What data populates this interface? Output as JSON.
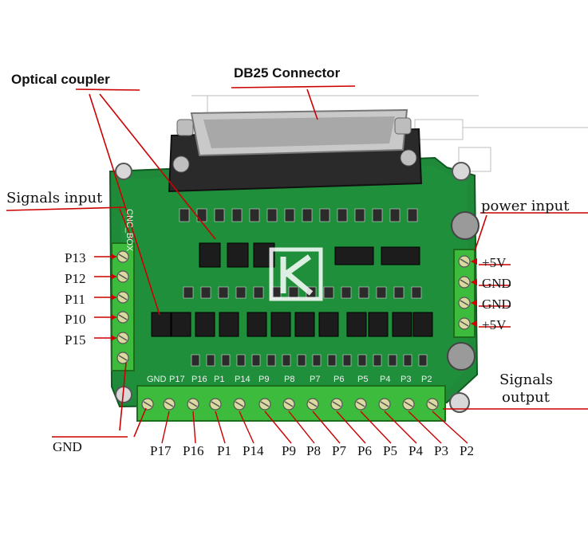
{
  "callouts": {
    "optical_coupler": "Optical coupler",
    "db25_connector": "DB25 Connector",
    "signals_input": "Signals input",
    "power_input": "power input",
    "signals_output_line1": "Signals",
    "signals_output_line2": "output",
    "gnd_bottom": "GND"
  },
  "left_pins": [
    "P13",
    "P12",
    "P11",
    "P10",
    "P15"
  ],
  "power_pins": [
    "+5V",
    "GND",
    "GND",
    "+5V"
  ],
  "bottom_pins": [
    "P17",
    "P16",
    "P1",
    "P14",
    "P9",
    "P8",
    "P7",
    "P6",
    "P5",
    "P4",
    "P3",
    "P2"
  ],
  "board_silkscreen": {
    "board_name": "CNC_BOX",
    "bottom_row": [
      "GND",
      "P17",
      "P16",
      "P1",
      "P14",
      "P9",
      "P8",
      "P7",
      "P6",
      "P5",
      "P4",
      "P3",
      "P2"
    ]
  },
  "colors": {
    "pcb": "#1f8a3a",
    "pcb_dark": "#146b2b",
    "terminal": "#3dbb3d",
    "arrow": "#cc0000",
    "chip": "#1c1c1c"
  },
  "icons": {
    "watermark": "k-logo"
  }
}
